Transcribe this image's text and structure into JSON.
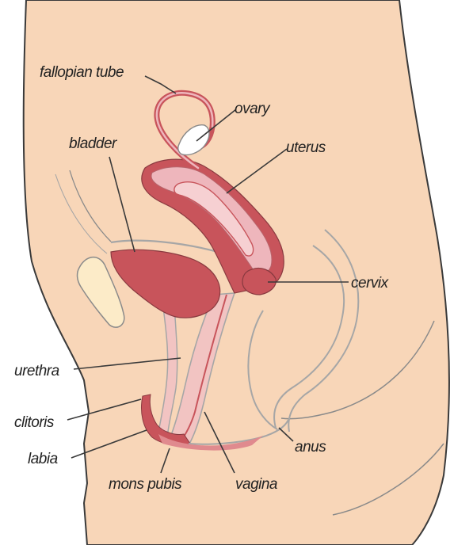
{
  "labels": {
    "fallopian_tube": "fallopian tube",
    "ovary": "ovary",
    "bladder": "bladder",
    "uterus": "uterus",
    "cervix": "cervix",
    "urethra": "urethra",
    "clitoris": "clitoris",
    "labia": "labia",
    "mons_pubis": "mons pubis",
    "vagina": "vagina",
    "anus": "anus"
  },
  "colors": {
    "skin": "#f8d6b8",
    "skin_outline": "#3a3a3a",
    "organ_fill": "#c8545b",
    "organ_light": "#eeb6bc",
    "organ_pale": "#f6d0d2",
    "bone": "#fcebc8",
    "inner_line": "#a6a6a6"
  }
}
